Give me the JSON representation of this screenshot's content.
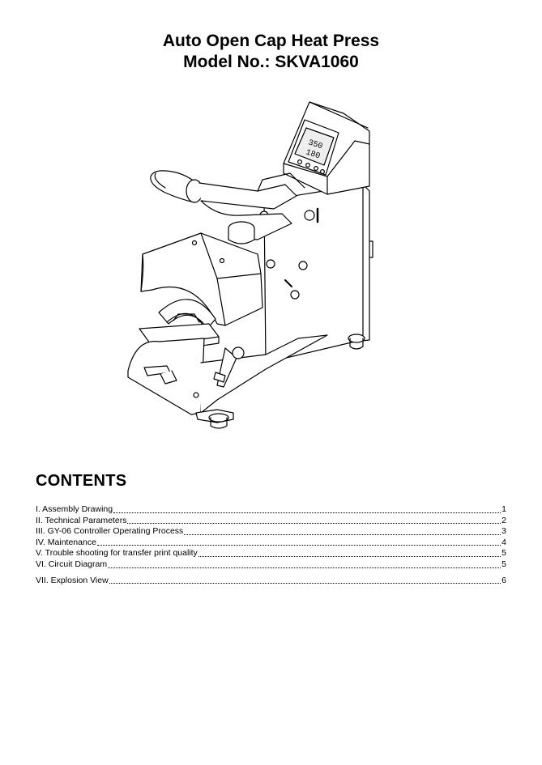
{
  "header": {
    "title": "Auto Open Cap Heat Press",
    "model": "Model No.: SKVA1060"
  },
  "figure": {
    "icon": "cap-heat-press-illustration",
    "display_digits": [
      "350",
      "180"
    ]
  },
  "contents": {
    "heading": "CONTENTS",
    "items": [
      {
        "label": "I. Assembly Drawing",
        "page": "1"
      },
      {
        "label": "II. Technical Parameters",
        "page": "2"
      },
      {
        "label": "III. GY-06 Controller Operating Process",
        "page": "3"
      },
      {
        "label": "IV. Maintenance",
        "page": "4"
      },
      {
        "label": "V. Trouble shooting for transfer print quality",
        "page": "5"
      },
      {
        "label": "VI. Circuit Diagram",
        "page": "5"
      },
      {
        "label": "VII. Explosion View",
        "page": "6"
      }
    ]
  }
}
